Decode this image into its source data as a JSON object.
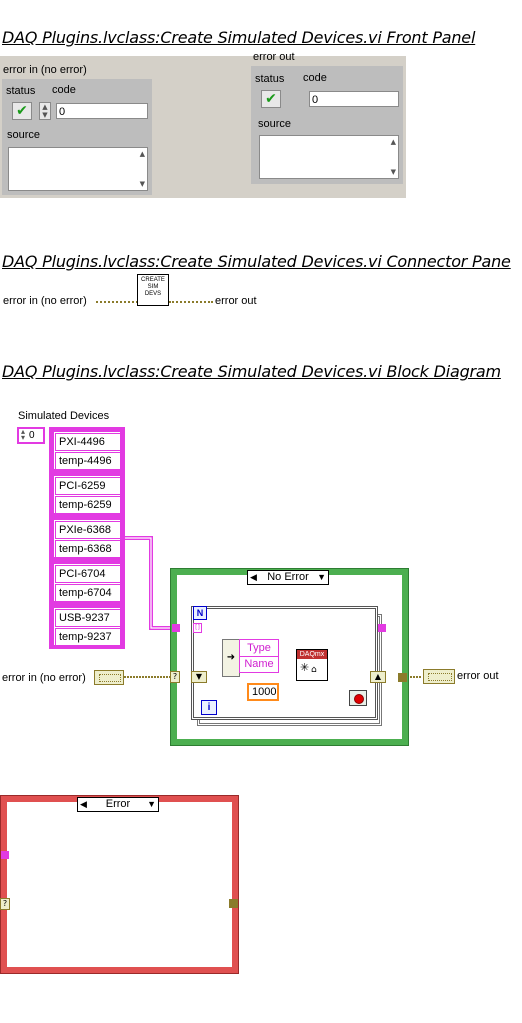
{
  "front_panel": {
    "title": "DAQ Plugins.lvclass:Create Simulated Devices.vi Front Panel",
    "error_in": {
      "label": "error in (no error)",
      "status_label": "status",
      "code_label": "code",
      "code_value": "0",
      "source_label": "source",
      "status_icon": "green-checkmark-icon"
    },
    "error_out": {
      "label": "error out",
      "status_label": "status",
      "code_label": "code",
      "code_value": "0",
      "source_label": "source",
      "status_icon": "green-checkmark-icon"
    }
  },
  "connector_pane": {
    "title": "DAQ Plugins.lvclass:Create Simulated Devices.vi Connector Pane",
    "left_label": "error in (no error)",
    "right_label": "error out",
    "icon_lines": [
      "CREATE",
      "SIM",
      "DEVS"
    ]
  },
  "block_diagram": {
    "title": "DAQ Plugins.lvclass:Create Simulated Devices.vi Block Diagram",
    "array_label": "Simulated Devices",
    "array_index": "0",
    "devices": [
      {
        "type": "PXI-4496",
        "name": "temp-4496"
      },
      {
        "type": "PCI-6259",
        "name": "temp-6259"
      },
      {
        "type": "PXIe-6368",
        "name": "temp-6368"
      },
      {
        "type": "PCI-6704",
        "name": "temp-6704"
      },
      {
        "type": "USB-9237",
        "name": "temp-9237"
      }
    ],
    "case_no_error": "No Error",
    "case_error": "Error",
    "unbundle_type": "Type",
    "unbundle_name": "Name",
    "constant_value": "1000",
    "daqmx_label": "DAQmx",
    "loop_n": "N",
    "loop_i": "i",
    "error_in_label": "error in (no error)",
    "error_out_label": "error out"
  },
  "colors": {
    "wire_cluster_pink": "#e23ae2",
    "wire_error": "#8b7b2b",
    "case_no_error_border": "#4caf50",
    "case_error_border": "#e05050",
    "int_constant": "#ff8a1a",
    "loop_blue": "#0000cc"
  }
}
